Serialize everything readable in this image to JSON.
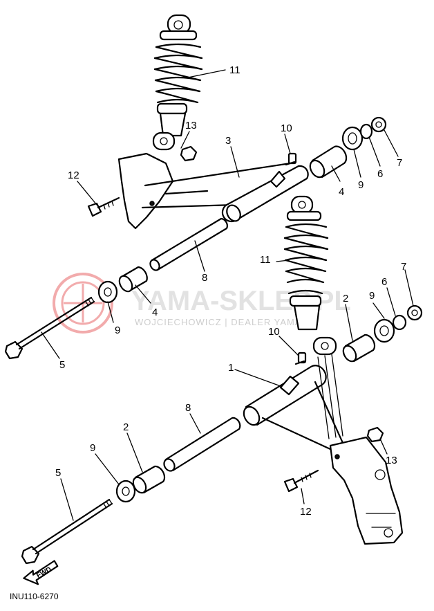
{
  "diagram": {
    "part_numbers": {
      "n1": "1",
      "n2a": "2",
      "n2b": "2",
      "n3": "3",
      "n4a": "4",
      "n4b": "4",
      "n5a": "5",
      "n5b": "5",
      "n6a": "6",
      "n6b": "6",
      "n7a": "7",
      "n7b": "7",
      "n8a": "8",
      "n8b": "8",
      "n9a": "9",
      "n9b": "9",
      "n9c": "9",
      "n9d": "9",
      "n10a": "10",
      "n10b": "10",
      "n11a": "11",
      "n11b": "11",
      "n12a": "12",
      "n12b": "12",
      "n13a": "13",
      "n13b": "13"
    },
    "drawing_code": "INU110-6270",
    "fwd_label": "FWD"
  },
  "watermark": {
    "brand": "YAMA-SKLEP.PL",
    "dealer": "WOJCIECHOWICZ | DEALER YAMAHA"
  },
  "colors": {
    "watermark_logo": "#e8686a",
    "ink": "#000000"
  }
}
